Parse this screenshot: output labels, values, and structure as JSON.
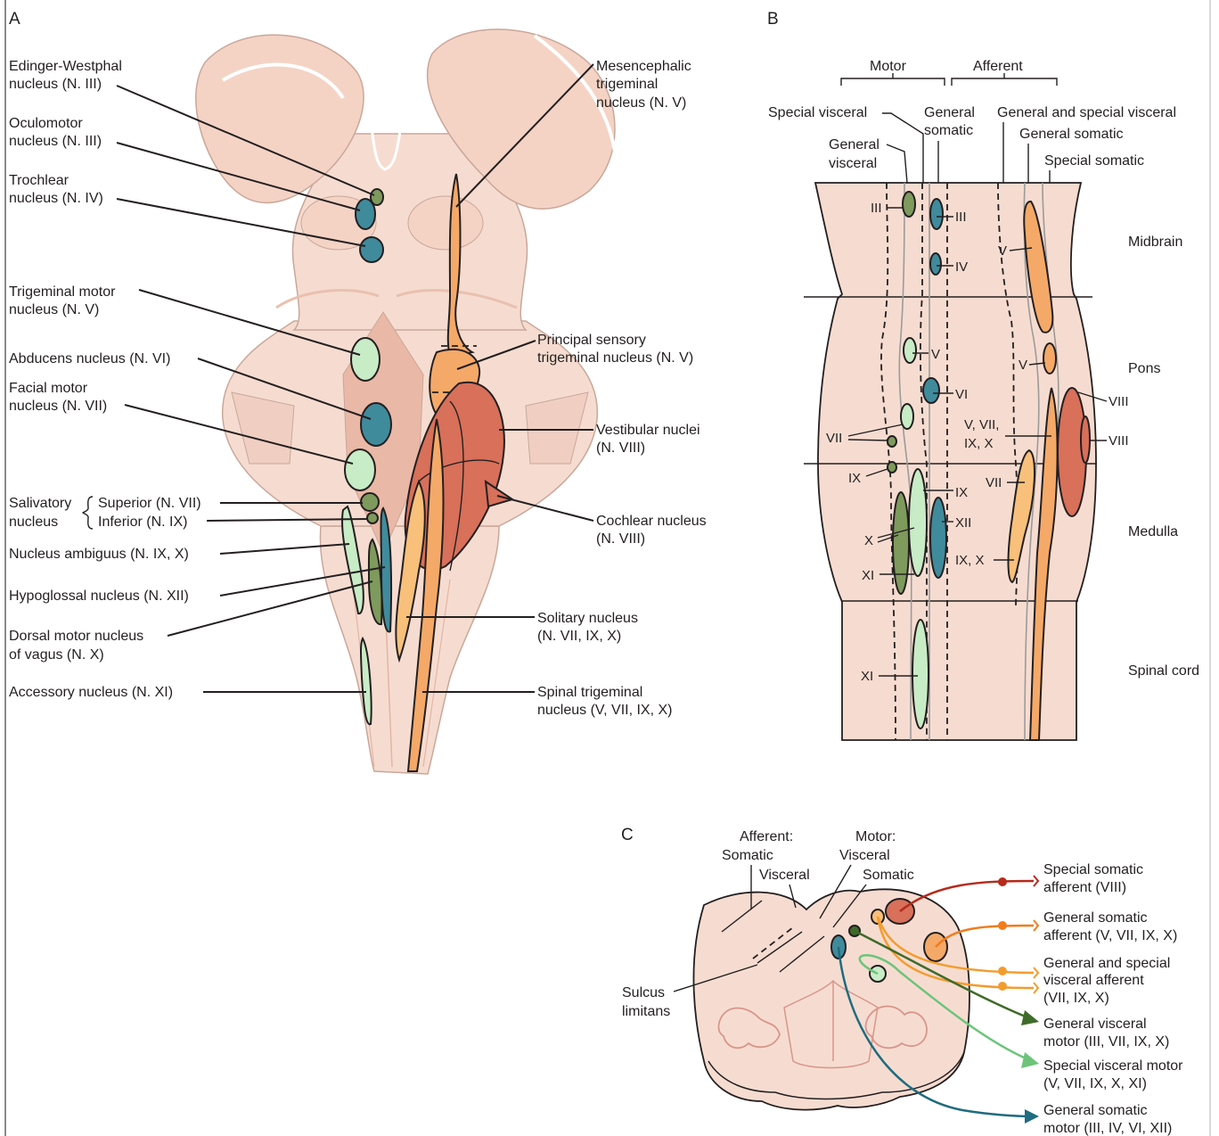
{
  "colors": {
    "tissue": "#f6dcd0",
    "tissue_dark": "#eab8a6",
    "motor_light_green": "#c8ecc6",
    "motor_olive": "#7e9a5c",
    "motor_teal": "#3f8b9c",
    "afferent_orange": "#f5a968",
    "afferent_light_orange": "#f8c07a",
    "afferent_red": "#d8705a",
    "arrow_red": "#b52a1c",
    "arrow_orange": "#f07c1c",
    "arrow_dark_green": "#3f6b2a",
    "arrow_light_green": "#6cc47a",
    "arrow_teal": "#1f6c80"
  },
  "panel_a": {
    "letter": "A",
    "labels": {
      "edinger_1": "Edinger-Westphal",
      "edinger_2": "nucleus (N. III)",
      "oculomotor_1": "Oculomotor",
      "oculomotor_2": "nucleus (N. III)",
      "trochlear_1": "Trochlear",
      "trochlear_2": "nucleus (N. IV)",
      "trigmotor_1": "Trigeminal motor",
      "trigmotor_2": "nucleus (N. V)",
      "abducens": "Abducens nucleus (N. VI)",
      "facial_1": "Facial motor",
      "facial_2": "nucleus (N. VII)",
      "salivatory_1": "Salivatory",
      "salivatory_2": "nucleus",
      "superior": "Superior (N. VII)",
      "inferior": "Inferior (N. IX)",
      "ambiguus": "Nucleus ambiguus (N. IX, X)",
      "hypoglossal": "Hypoglossal nucleus (N. XII)",
      "dorsal_1": "Dorsal motor nucleus",
      "dorsal_2": "of vagus (N. X)",
      "accessory": "Accessory nucleus (N. XI)",
      "mesenc_1": "Mesencephalic",
      "mesenc_2": "trigeminal",
      "mesenc_3": "nucleus (N. V)",
      "principal_1": "Principal sensory",
      "principal_2": "trigeminal nucleus (N. V)",
      "vestibular_1": "Vestibular nuclei",
      "vestibular_2": "(N. VIII)",
      "cochlear_1": "Cochlear nucleus",
      "cochlear_2": "(N. VIII)",
      "solitary_1": "Solitary nucleus",
      "solitary_2": "(N. VII, IX, X)",
      "spinaltrig_1": "Spinal trigeminal",
      "spinaltrig_2": "nucleus (V, VII, IX, X)"
    }
  },
  "panel_b": {
    "letter": "B",
    "motor": "Motor",
    "afferent": "Afferent",
    "special_visceral": "Special visceral",
    "general_somatic_1": "General",
    "general_somatic_2": "somatic",
    "general_visceral_1": "General",
    "general_visceral_2": "visceral",
    "gen_spec_visceral": "General and special visceral",
    "general_somatic_aff": "General somatic",
    "special_somatic": "Special somatic",
    "regions": [
      "Midbrain",
      "Pons",
      "Medulla",
      "Spinal cord"
    ],
    "nuclei": {
      "iii_left": "III",
      "iii_right": "III",
      "iv": "IV",
      "v_mid": "V",
      "v_pons_motor": "V",
      "vi": "VI",
      "vii_motor": "VII",
      "ix_motor": "IX",
      "x_motor": "X",
      "xi_motor": "XI",
      "xi_spinal": "XI",
      "ix_special": "IX",
      "xii": "XII",
      "v_pons_aff": "V",
      "v_vii_ix_x_1": "V, VII,",
      "v_vii_ix_x_2": "IX, X",
      "vii_aff": "VII",
      "ix_x_aff": "IX, X",
      "viii_a": "VIII",
      "viii_b": "VIII"
    }
  },
  "panel_c": {
    "letter": "C",
    "afferent_1": "Afferent:",
    "afferent_2": "Somatic",
    "afferent_3": "Visceral",
    "motor_1": "Motor:",
    "motor_2": "Visceral",
    "motor_3": "Somatic",
    "sulcus_1": "Sulcus",
    "sulcus_2": "limitans",
    "legend": {
      "ssa_1": "Special somatic",
      "ssa_2": "afferent (VIII)",
      "gsa_1": "General somatic",
      "gsa_2": "afferent (V, VII, IX, X)",
      "gsva_1": "General and special",
      "gsva_2": "visceral afferent",
      "gsva_3": "(VII, IX, X)",
      "gvm_1": "General visceral",
      "gvm_2": "motor (III, VII, IX, X)",
      "svm_1": "Special visceral motor",
      "svm_2": "(V, VII, IX, X, XI)",
      "gsm_1": "General somatic",
      "gsm_2": "motor (III, IV, VI, XII)"
    }
  }
}
